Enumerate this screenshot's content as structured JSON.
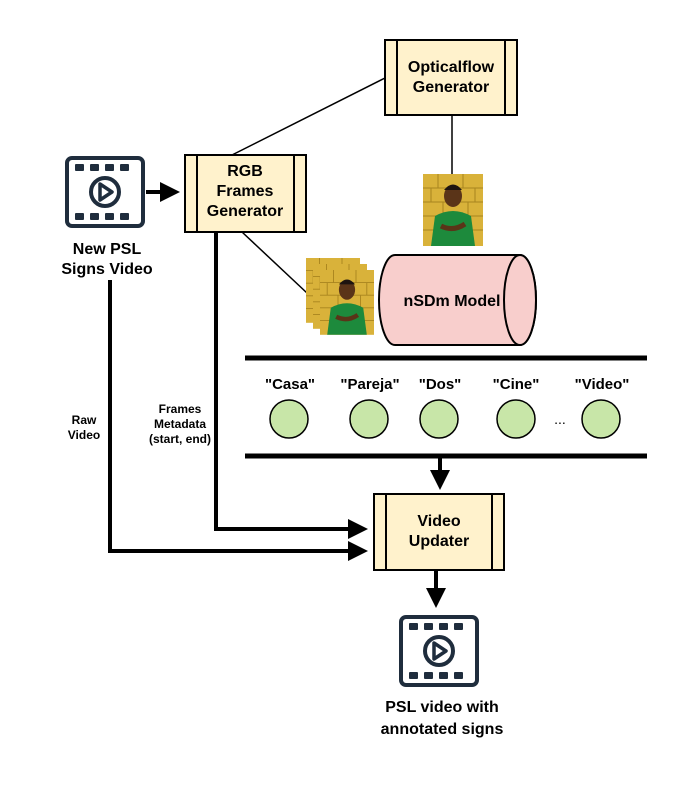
{
  "nodes": {
    "optical": {
      "line1": "Opticalflow",
      "line2": "Generator"
    },
    "rgb": {
      "line1": "RGB",
      "line2": "Frames",
      "line3": "Generator"
    },
    "model": {
      "label": "nSDm Model"
    },
    "updater": {
      "line1": "Video",
      "line2": "Updater"
    }
  },
  "input_video": {
    "line1": "New PSL",
    "line2": "Signs Video"
  },
  "output_video": {
    "line1": "PSL video with",
    "line2": "annotated signs"
  },
  "edge_labels": {
    "raw": {
      "line1": "Raw",
      "line2": "Video"
    },
    "meta": {
      "line1": "Frames",
      "line2": "Metadata",
      "line3": "(start, end)"
    }
  },
  "classes": [
    "\"Casa\"",
    "\"Pareja\"",
    "\"Dos\"",
    "\"Cine\"",
    "\"Video\""
  ],
  "ellipsis": "...",
  "colors": {
    "node_fill": "#fff2cc",
    "model_fill": "#f8cecc",
    "class_fill": "#c8e6a8",
    "icon": "#1f2d3d",
    "frame_bg": "#d9b23a",
    "frame_shirt": "#1d8a3c"
  },
  "icons": [
    "video-file-icon",
    "video-file-icon",
    "frame-stack-image",
    "frame-image"
  ]
}
